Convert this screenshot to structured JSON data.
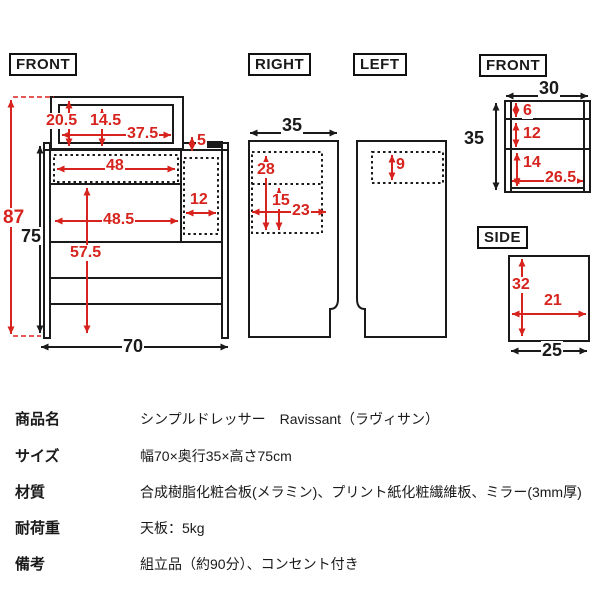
{
  "colors": {
    "dimension_red": "#d7231d",
    "line_black": "#1a1a1a"
  },
  "views": {
    "front_main": {
      "label": "FRONT",
      "dims": {
        "total_height": "87",
        "body_height": "75",
        "width": "70",
        "mirror_frame_height": "20.5",
        "mirror_height": "14.5",
        "mirror_width": "37.5",
        "top_panel": "5",
        "open_shelf_width": "48",
        "right_compartment_width": "12",
        "drawer_width": "48.5",
        "inner_height": "57.5"
      }
    },
    "right_view": {
      "label": "RIGHT",
      "dims": {
        "depth": "35",
        "upper_height": "28",
        "lower_height": "15",
        "inner_depth": "23"
      }
    },
    "left_view": {
      "label": "LEFT",
      "dims": {
        "opening_height": "9"
      }
    },
    "front_small": {
      "label": "FRONT",
      "dims": {
        "width": "30",
        "height": "35",
        "row1_height": "6",
        "row2_height": "12",
        "row3_height": "14",
        "inner_width": "26.5"
      }
    },
    "side_view": {
      "label": "SIDE",
      "dims": {
        "inner_height": "32",
        "inner_depth": "21",
        "depth": "25"
      }
    }
  },
  "spec_table": {
    "rows": [
      {
        "label": "商品名",
        "value": "シンプルドレッサー　Ravissant（ラヴィサン）"
      },
      {
        "label": "サイズ",
        "value": "幅70×奥行35×高さ75cm"
      },
      {
        "label": "材質",
        "value": "合成樹脂化粧合板(メラミン)、プリント紙化粧繊維板、ミラー(3mm厚)"
      },
      {
        "label": "耐荷重",
        "value": "天板：5kg"
      },
      {
        "label": "備考",
        "value": "組立品（約90分）、コンセント付き"
      }
    ]
  }
}
